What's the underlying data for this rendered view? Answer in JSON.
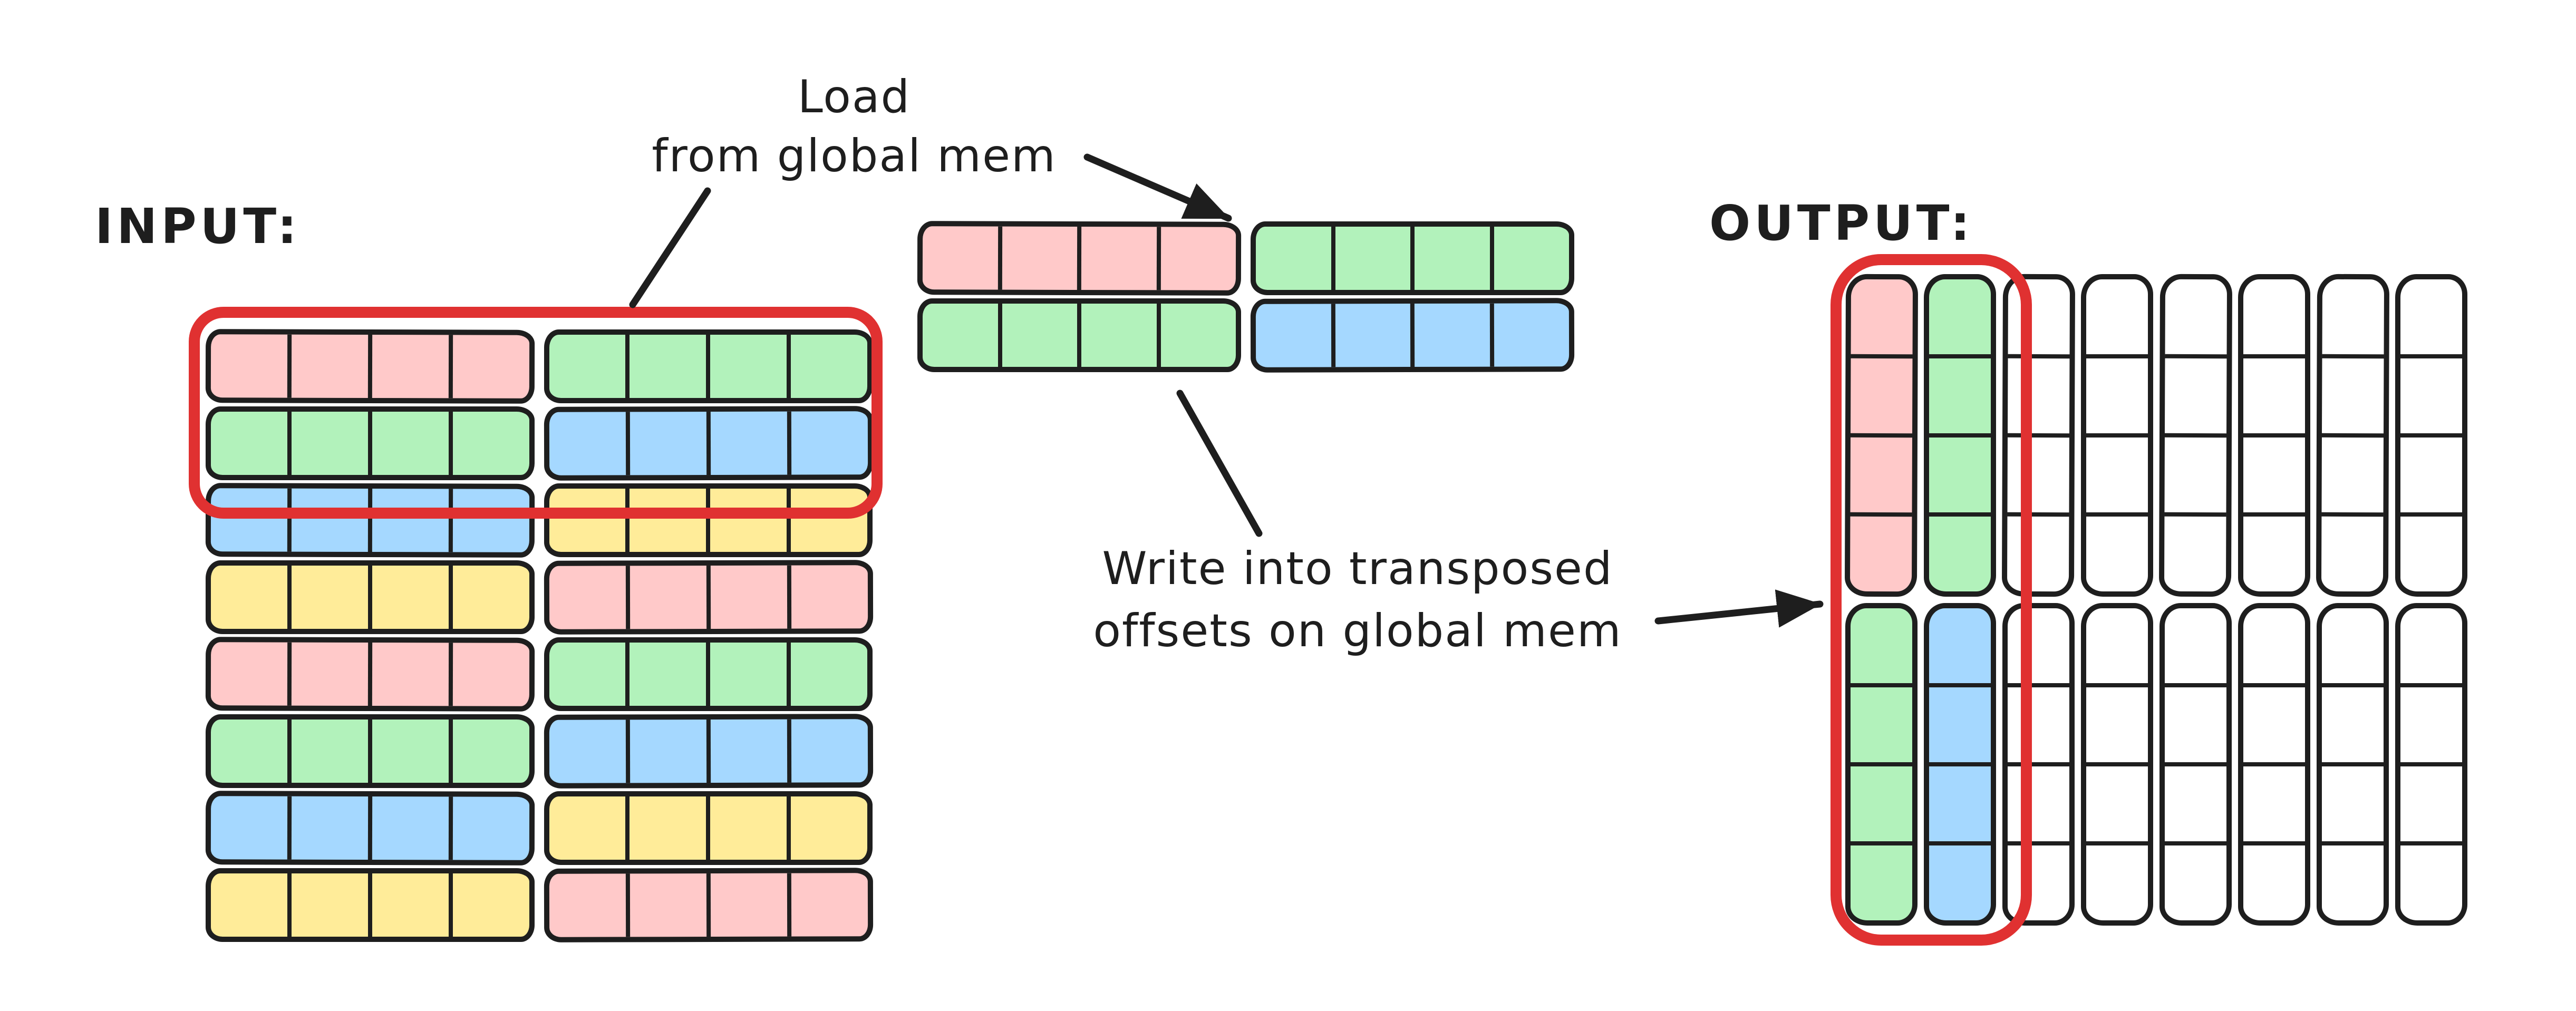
{
  "palette": {
    "ink": "#1e1e1e",
    "red": "#e03131",
    "pink": "#ffc9c9",
    "green": "#b2f2bb",
    "blue": "#a5d8ff",
    "yellow": "#ffec99",
    "white": "#ffffff",
    "background": "#ffffff"
  },
  "labels": {
    "input": "INPUT:",
    "output": "OUTPUT:"
  },
  "annotations": {
    "load_line1": "Load",
    "load_line2": "from global mem",
    "write_line1": "Write into transposed",
    "write_line2": "offsets on global mem"
  },
  "input_grid": {
    "cells_per_block": 4,
    "rows": [
      [
        "pink",
        "green"
      ],
      [
        "green",
        "blue"
      ],
      [
        "blue",
        "yellow"
      ],
      [
        "yellow",
        "pink"
      ],
      [
        "pink",
        "green"
      ],
      [
        "green",
        "blue"
      ],
      [
        "blue",
        "yellow"
      ],
      [
        "yellow",
        "pink"
      ]
    ]
  },
  "staging_grid": {
    "cells_per_block": 4,
    "rows": [
      [
        "pink",
        "green"
      ],
      [
        "green",
        "blue"
      ]
    ]
  },
  "output_grid": {
    "cells_per_block": 4,
    "columns": [
      [
        "pink",
        "green"
      ],
      [
        "green",
        "blue"
      ],
      [
        "white",
        "white"
      ],
      [
        "white",
        "white"
      ],
      [
        "white",
        "white"
      ],
      [
        "white",
        "white"
      ],
      [
        "white",
        "white"
      ],
      [
        "white",
        "white"
      ]
    ]
  }
}
